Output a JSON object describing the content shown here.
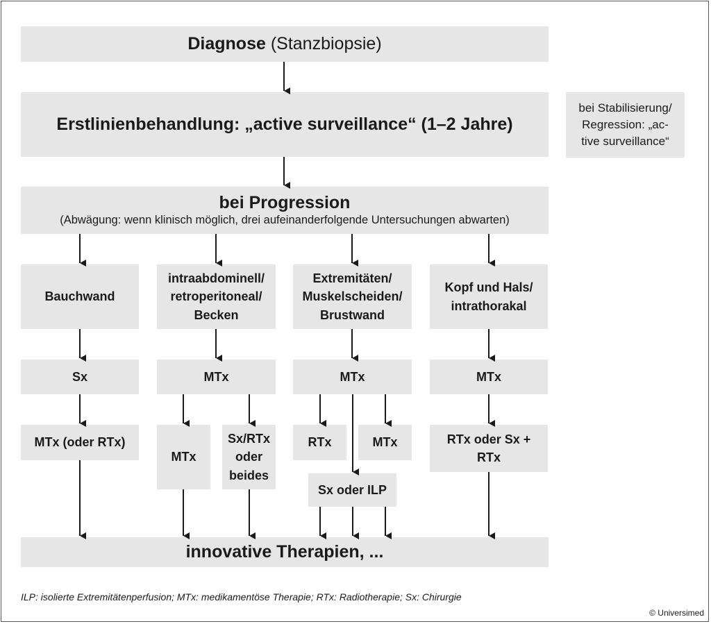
{
  "diagnose": {
    "bold": "Diagnose",
    "rest": " (Stanzbiopsie)"
  },
  "first_line": "Erstlinienbehandlung: „active surveillance“ (1–2 Jahre)",
  "side_note": [
    "bei Stabilisierung/",
    "Regression: „ac-",
    "tive surveillance“"
  ],
  "progression": {
    "title": "bei Progression",
    "subtitle": "(Abwägung: wenn klinisch möglich, drei aufeinanderfolgende Untersuchungen abwarten)"
  },
  "locations": {
    "bauchwand": [
      "Bauchwand"
    ],
    "intraabdominell": [
      "intraabdominell/",
      "retroperitoneal/",
      "Becken"
    ],
    "extremitaeten": [
      "Extremitäten/",
      "Muskelscheiden/",
      "Brustwand"
    ],
    "kopf": [
      "Kopf und Hals/",
      "intrathorakal"
    ]
  },
  "second_step": {
    "bauchwand": "Sx",
    "intraabdominell": "MTx",
    "extremitaeten": "MTx",
    "kopf": "MTx"
  },
  "third_step": {
    "bauchwand": "MTx (oder RTx)",
    "intra_mtx": "MTx",
    "intra_sx": [
      "Sx/RTx",
      "oder",
      "beides"
    ],
    "extr_rtx": "RTx",
    "extr_mtx": "MTx",
    "extr_sx": "Sx oder ILP",
    "kopf": [
      "RTx oder Sx +",
      "RTx"
    ]
  },
  "innovative": "innovative Therapien, ...",
  "footnote": "ILP: isolierte Extremitätenperfusion; MTx: medikamentöse Therapie; RTx: Radiotherapie; Sx: Chirurgie",
  "copyright": "© Universimed",
  "colors": {
    "box_fill": "#e6e6e6",
    "arrow": "#1a1a1a",
    "frame": "#555555"
  }
}
